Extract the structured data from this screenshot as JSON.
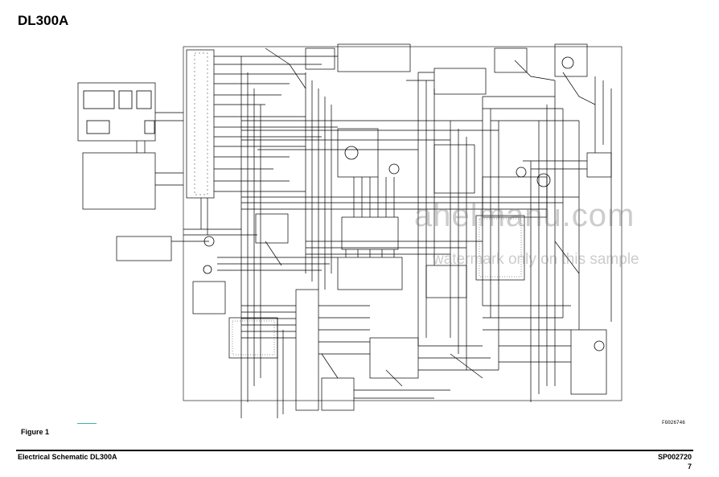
{
  "header": {
    "title": "DL300A"
  },
  "figure": {
    "label": "Figure 1",
    "code": "FG026746"
  },
  "footer": {
    "left_text": "Electrical Schematic DL300A",
    "right_text": "SP002720",
    "page_number": "7"
  },
  "watermark": {
    "line1": "ahelmanu.com",
    "line2": "watermark only on this sample"
  },
  "colors": {
    "ink": "#000000",
    "watermark": "#6e6e6e",
    "accent": "#3ab6a8"
  }
}
